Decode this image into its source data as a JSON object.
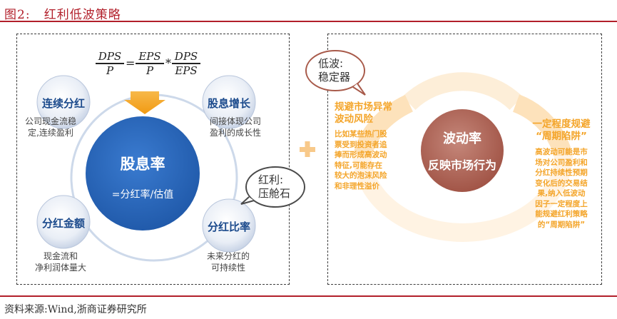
{
  "header": {
    "title": "图2:   红利低波策略"
  },
  "footer": {
    "source": "资料来源:Wind,浙商证券研究所"
  },
  "left": {
    "formula": {
      "lhs_num": "DPS",
      "lhs_den": "P",
      "eq": "=",
      "mid_num": "EPS",
      "mid_den": "P",
      "times": "*",
      "rhs_num": "DPS",
      "rhs_den": "EPS"
    },
    "center": {
      "title": "股息率",
      "subtitle": "=分红率/估值"
    },
    "nodes": {
      "top_left": {
        "label": "连续分红",
        "note": [
          "公司现金流稳",
          "定,连续盈利"
        ]
      },
      "top_right": {
        "label": "股息增长",
        "note": [
          "间接体现公司",
          "盈利的成长性"
        ]
      },
      "bottom_left": {
        "label": "分红金额",
        "note": [
          "现金流和",
          "净利润体量大"
        ]
      },
      "bottom_right": {
        "label": "分红比率",
        "note": [
          "未来分红的",
          "可持续性"
        ]
      }
    },
    "bubble": [
      "红利:",
      "压舱石"
    ]
  },
  "plus": "+",
  "right": {
    "bubble": [
      "低波:",
      "稳定器"
    ],
    "center": {
      "title": "波动率",
      "subtitle": "反映市场行为"
    },
    "left_text": {
      "head": [
        "规避市场异常",
        "波动风险"
      ],
      "body": [
        "比如某些热门股",
        "票受到投资者追",
        "捧而形成高波动",
        "特征,可能存在",
        "较大的泡沫风险",
        "和非理性溢价"
      ]
    },
    "right_text": {
      "head": [
        "一定程度规避",
        "“周期陷阱”"
      ],
      "body": [
        "高波动可能是市",
        "场对公司盈利和",
        "分红持续性预期",
        "变化后的交易结",
        "果,纳入低波动",
        "因子一定程度上",
        "能规避红利策略",
        "的“周期陷阱”"
      ]
    }
  },
  "colors": {
    "brand_red": "#b21f2a",
    "blue": "#2a63b3",
    "node_blue": "#1b4a8c",
    "orange": "#f4a52a",
    "grey_bubble": "#4a4a4a",
    "brown": "#a85a4a"
  }
}
